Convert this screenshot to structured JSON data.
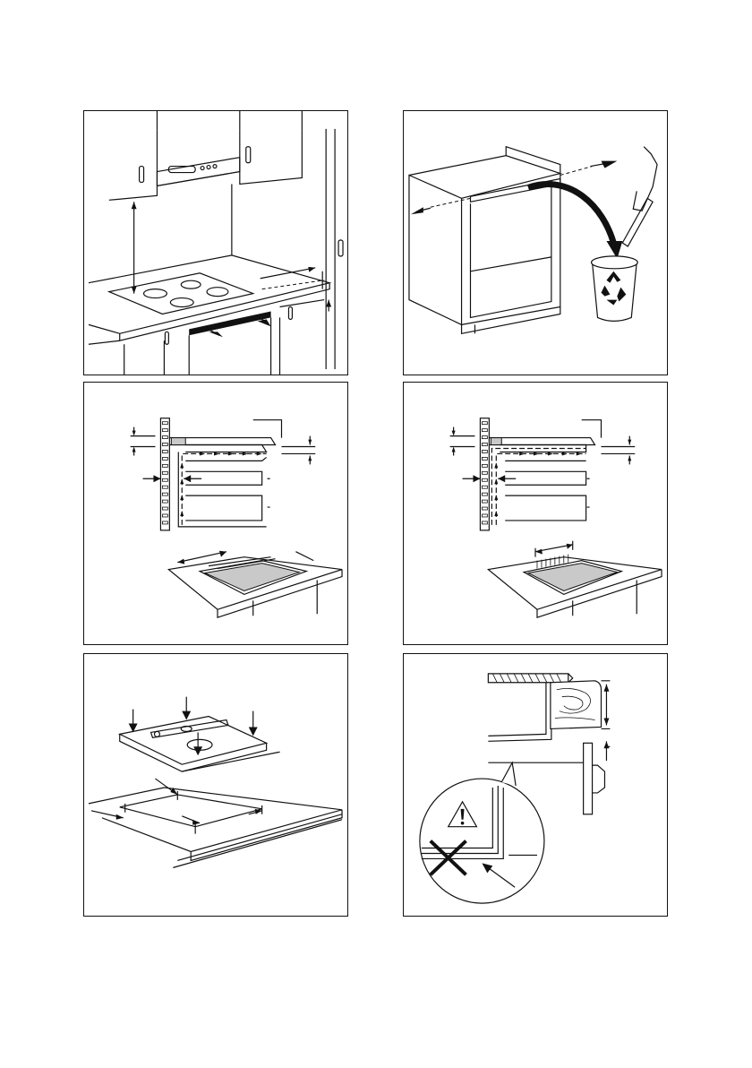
{
  "page": {
    "panels": [
      {
        "id": "range-hood-clearance"
      },
      {
        "id": "remove-cabinet-rail"
      },
      {
        "id": "ventilation-front"
      },
      {
        "id": "ventilation-rear"
      },
      {
        "id": "install-hob"
      },
      {
        "id": "worktop-edge-warning"
      }
    ],
    "footer_text": ""
  }
}
